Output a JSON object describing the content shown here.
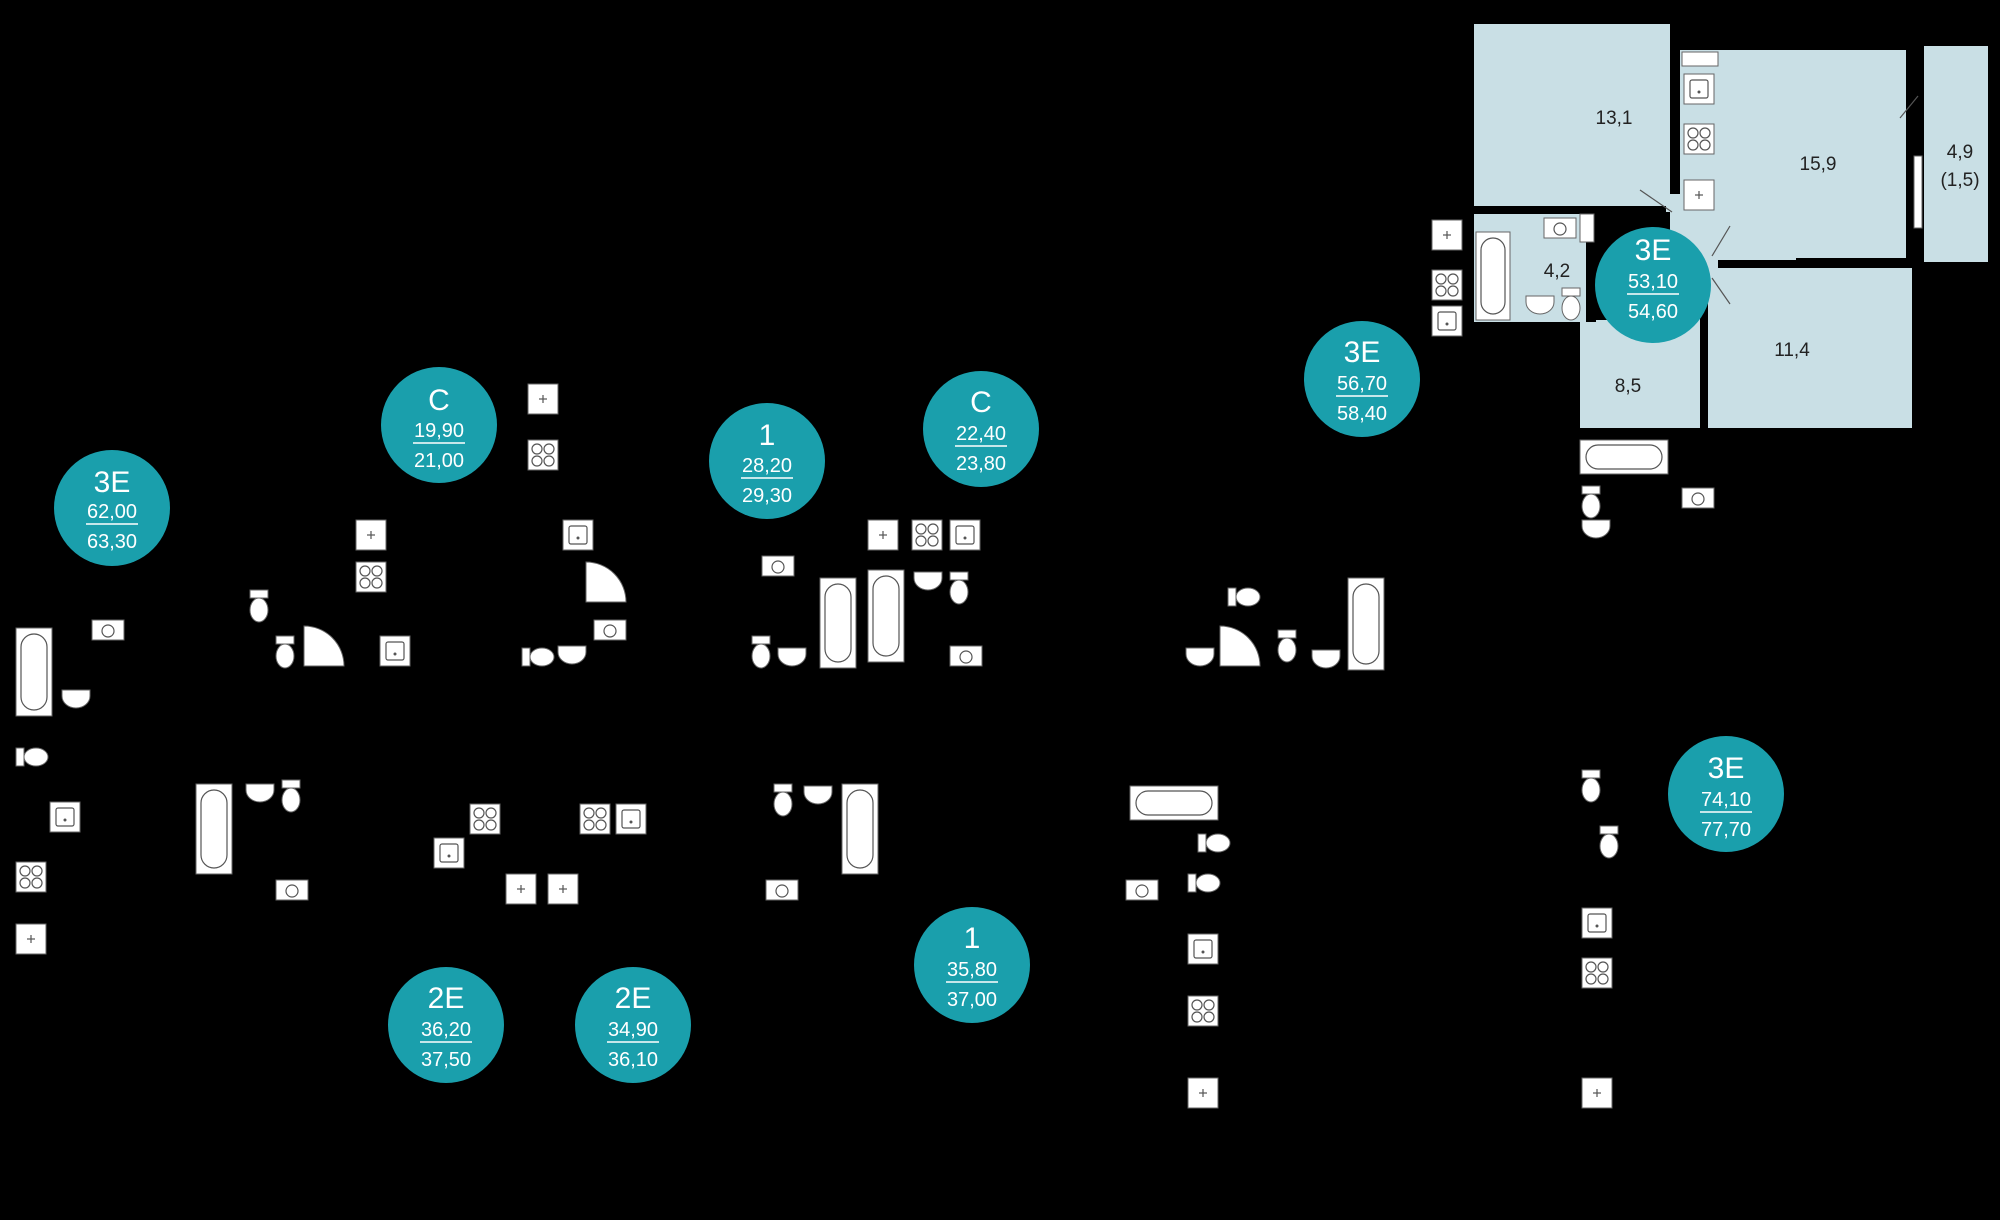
{
  "colors": {
    "background": "#000000",
    "badge": "#1a9fac",
    "room_fill": "#c9dfe5",
    "fixture_fill": "#ffffff"
  },
  "apartments": [
    {
      "type": "3E",
      "area_living": "62,00",
      "area_total": "63,30"
    },
    {
      "type": "C",
      "area_living": "19,90",
      "area_total": "21,00"
    },
    {
      "type": "1",
      "area_living": "28,20",
      "area_total": "29,30"
    },
    {
      "type": "C",
      "area_living": "22,40",
      "area_total": "23,80"
    },
    {
      "type": "3E",
      "area_living": "56,70",
      "area_total": "58,40"
    },
    {
      "type": "3E",
      "area_living": "53,10",
      "area_total": "54,60",
      "selected": true
    },
    {
      "type": "3E",
      "area_living": "74,10",
      "area_total": "77,70"
    },
    {
      "type": "1",
      "area_living": "35,80",
      "area_total": "37,00"
    },
    {
      "type": "2E",
      "area_living": "36,20",
      "area_total": "37,50"
    },
    {
      "type": "2E",
      "area_living": "34,90",
      "area_total": "36,10"
    }
  ],
  "selected_rooms": [
    {
      "label": "13,1"
    },
    {
      "label": "15,9"
    },
    {
      "label": "4,9",
      "sub": "(1,5)"
    },
    {
      "label": "4,2"
    },
    {
      "label": "8,5"
    },
    {
      "label": "11,4"
    }
  ],
  "fixture_types": [
    "bathtub-icon",
    "toilet-icon",
    "sink-icon",
    "stove-icon",
    "ventilation-icon",
    "washing-machine-icon",
    "shower-icon"
  ]
}
